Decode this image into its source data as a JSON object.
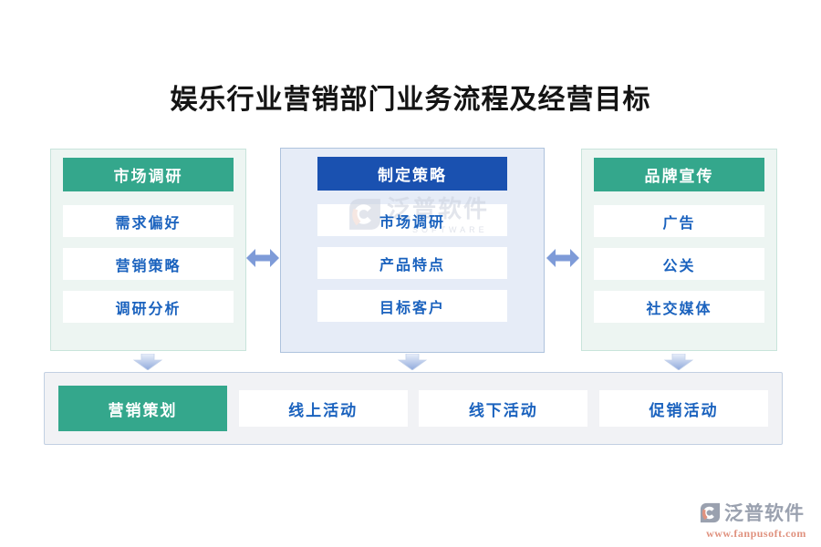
{
  "title": "娱乐行业营销部门业务流程及经营目标",
  "columns": [
    {
      "header": "市场调研",
      "theme": "green",
      "items": [
        "需求偏好",
        "营销策略",
        "调研分析"
      ]
    },
    {
      "header": "制定策略",
      "theme": "blue",
      "items": [
        "市场调研",
        "产品特点",
        "目标客户"
      ]
    },
    {
      "header": "品牌宣传",
      "theme": "green",
      "items": [
        "广告",
        "公关",
        "社交媒体"
      ]
    }
  ],
  "bottom_row": [
    "营销策划",
    "线上活动",
    "线下活动",
    "促销活动"
  ],
  "watermark": {
    "brand": "泛普软件",
    "url": "www.fanpusoft.com"
  },
  "watermark_center": {
    "brand": "泛普软件",
    "subtext": "SOFTWARE"
  },
  "icons": {
    "double_arrow": "horizontal double-headed arrow",
    "down_arrow": "downward gradient arrow",
    "logo": "fanpu software logo"
  },
  "colors": {
    "header_green": "#34A78C",
    "header_blue": "#1A51B0",
    "item_text_blue": "#1A62BE",
    "panel_green_bg": "#EDF5F2",
    "panel_green_border": "#C8E4DB",
    "panel_blue_bg": "#E6ECF7",
    "panel_blue_border": "#AEC3DD",
    "bottom_bg": "#F1F2F5",
    "bottom_border": "#C2D0E2",
    "arrow_blue": "#7E9BD8",
    "watermark_gray": "#9AA1AF",
    "watermark_coral": "#E0927F"
  }
}
